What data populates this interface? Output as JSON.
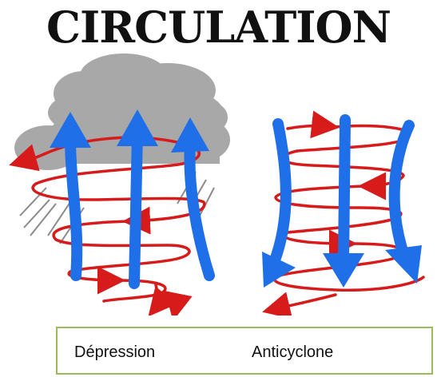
{
  "title": "CIRCULATION",
  "legend": {
    "left_label": "Dépression",
    "right_label": "Anticyclone"
  },
  "colors": {
    "vertical_arrows": "#1f6fe8",
    "spiral_arrows": "#d71a1a",
    "cloud": "#a8a8a8",
    "rain": "#8a8a8a",
    "legend_border": "#9bbb59"
  },
  "icons": {
    "depression": "cloud-with-rain-and-rising-air-icon",
    "anticyclone": "descending-air-icon"
  }
}
